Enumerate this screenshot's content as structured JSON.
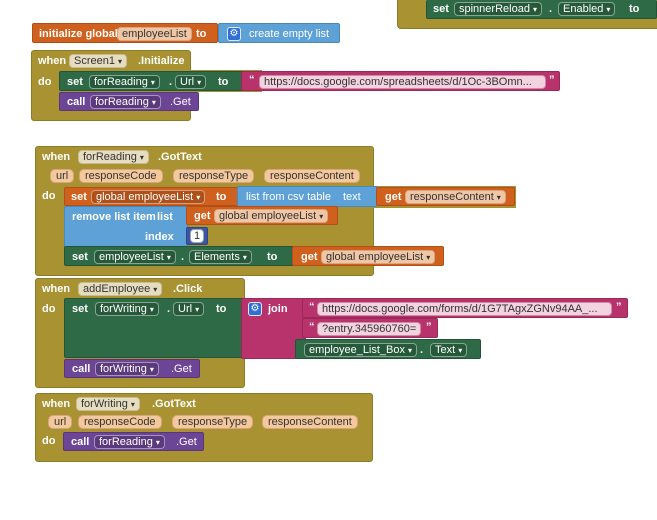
{
  "top_partial": {
    "set_label": "set",
    "component": "spinnerReload",
    "property": "Enabled",
    "to": "to"
  },
  "init_global": {
    "label": "initialize global",
    "name": "employeeList",
    "to": "to",
    "value_label": "create empty list"
  },
  "screen_init": {
    "when": "when",
    "component": "Screen1",
    "event": ".Initialize",
    "do": "do",
    "set_label": "set",
    "set_component": "forReading",
    "set_property": "Url",
    "to": "to",
    "url_text": "https://docs.google.com/spreadsheets/d/1Oc-3BOmn...",
    "call_label": "call",
    "call_component": "forReading",
    "call_method": ".Get"
  },
  "got_text_reading": {
    "when": "when",
    "component": "forReading",
    "event": ".GotText",
    "params": [
      "url",
      "responseCode",
      "responseType",
      "responseContent"
    ],
    "do": "do",
    "set_label": "set",
    "set_var": "global employeeList",
    "to": "to",
    "csv_label": "list from csv table",
    "csv_text_label": "text",
    "get_label": "get",
    "get_var": "responseContent",
    "remove_label": "remove list item",
    "list_label": "list",
    "get2_label": "get",
    "get2_var": "global employeeList",
    "index_label": "index",
    "index_value": "1",
    "set2_label": "set",
    "set2_component": "employeeList",
    "set2_property": "Elements",
    "to2": "to",
    "get3_label": "get",
    "get3_var": "global employeeList"
  },
  "add_employee": {
    "when": "when",
    "component": "addEmployee",
    "event": ".Click",
    "do": "do",
    "set_label": "set",
    "set_component": "forWriting",
    "set_property": "Url",
    "to": "to",
    "join_label": "join",
    "text1": "https://docs.google.com/forms/d/1G7TAgxZGNv94AA_...",
    "text2": "?entry.345960760=",
    "box_component": "employee_List_Box",
    "box_property": "Text",
    "call_label": "call",
    "call_component": "forWriting",
    "call_method": ".Get"
  },
  "got_text_writing": {
    "when": "when",
    "component": "forWriting",
    "event": ".GotText",
    "params": [
      "url",
      "responseCode",
      "responseType",
      "responseContent"
    ],
    "do": "do",
    "call_label": "call",
    "call_component": "forReading",
    "call_method": ".Get"
  },
  "colors": {
    "event": "#a89231",
    "setter": "#2e6a45",
    "call": "#6d4596",
    "variable": "#d0601e",
    "list": "#5da1d6",
    "text": "#b8336b",
    "math": "#3b55a3"
  }
}
